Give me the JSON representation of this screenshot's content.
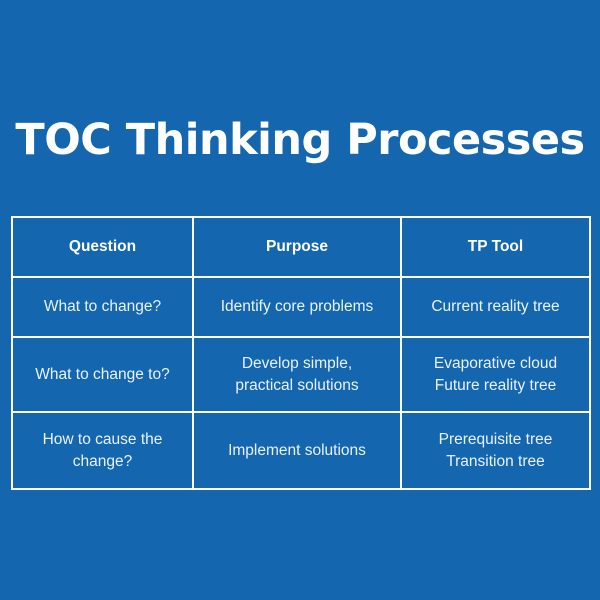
{
  "title": "TOC Thinking Processes",
  "colors": {
    "background": "#1467ae",
    "text": "#ffffff",
    "border": "#ffffff"
  },
  "table": {
    "headers": [
      "Question",
      "Purpose",
      "TP Tool"
    ],
    "rows": [
      {
        "question": [
          "What to change?"
        ],
        "purpose": [
          "Identify core problems"
        ],
        "tool": [
          "Current reality tree"
        ]
      },
      {
        "question": [
          "What to change to?"
        ],
        "purpose": [
          "Develop simple,",
          "practical solutions"
        ],
        "tool": [
          "Evaporative cloud",
          "Future reality tree"
        ]
      },
      {
        "question": [
          "How to cause the",
          "change?"
        ],
        "purpose": [
          "Implement solutions"
        ],
        "tool": [
          "Prerequisite tree",
          "Transition tree"
        ]
      }
    ]
  }
}
